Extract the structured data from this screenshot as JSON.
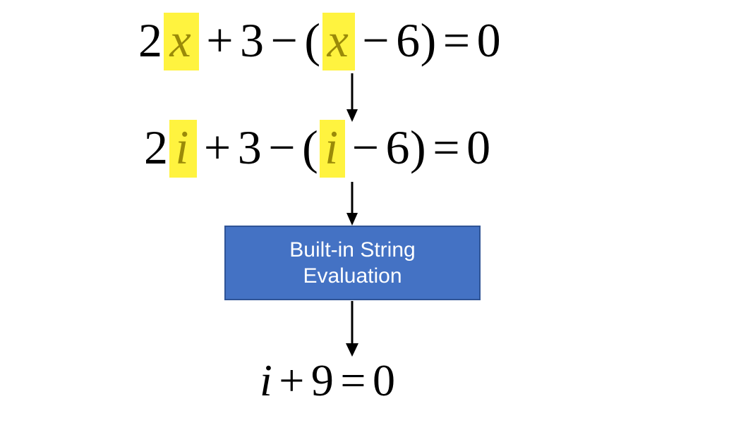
{
  "diagram": {
    "type": "flowchart",
    "background_color": "#FFFFFF",
    "title_present": false,
    "steps": [
      {
        "id": "step-1",
        "kind": "equation",
        "text": "2x + 3 - (x - 6) = 0",
        "highlighted_tokens": [
          "x",
          "x"
        ]
      },
      {
        "id": "step-2",
        "kind": "equation",
        "text": "2i + 3 - (i - 6) = 0",
        "highlighted_tokens": [
          "i",
          "i"
        ]
      },
      {
        "id": "step-3",
        "kind": "process",
        "text": "Built-in String Evaluation"
      },
      {
        "id": "step-4",
        "kind": "equation",
        "text": "i + 9 = 0",
        "highlighted_tokens": []
      }
    ]
  },
  "equation_top": {
    "coefficient": "2",
    "var_1": "x",
    "plus": "+",
    "three": "3",
    "minus_1": "−",
    "open_paren": "(",
    "var_2": "x",
    "minus_2": "−",
    "six": "6",
    "close_paren": ")",
    "equals": "=",
    "zero": "0"
  },
  "equation_mid": {
    "coefficient": "2",
    "var_1": "i",
    "plus": "+",
    "three": "3",
    "minus_1": "−",
    "open_paren": "(",
    "var_2": "i",
    "minus_2": "−",
    "six": "6",
    "close_paren": ")",
    "equals": "=",
    "zero": "0"
  },
  "equation_bottom": {
    "var_1": "i",
    "plus": "+",
    "nine": "9",
    "equals": "=",
    "zero": "0"
  },
  "process_box": {
    "line_1": "Built-in String",
    "line_2": "Evaluation",
    "fill_color": "#4472C4",
    "border_color": "#2F5496",
    "text_color": "#FFFFFF"
  },
  "colors": {
    "highlight": "#FFF33F",
    "highlight_text": "#9A8A09",
    "equation_text": "#000000",
    "arrow": "#000000"
  },
  "arrows": [
    {
      "id": "arrow-1",
      "from": "step-1",
      "to": "step-2",
      "direction": "down"
    },
    {
      "id": "arrow-2",
      "from": "step-2",
      "to": "step-3",
      "direction": "down"
    },
    {
      "id": "arrow-3",
      "from": "step-3",
      "to": "step-4",
      "direction": "down"
    }
  ]
}
